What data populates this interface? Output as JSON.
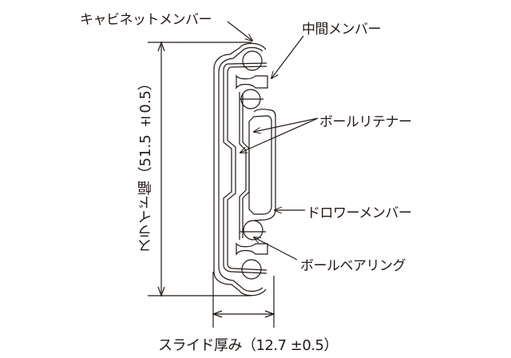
{
  "labels": {
    "cabinet_member": "キャビネットメンバー",
    "intermediate_member": "中間メンバー",
    "ball_retainer": "ボールリテナー",
    "drawer_member": "ドロワーメンバー",
    "ball_bearing": "ボールベアリング"
  },
  "dimensions": {
    "slide_width": "スライド幅（51.5 ±0.5）",
    "slide_thickness": "スライド厚み（12.7 ±0.5）"
  },
  "colors": {
    "line": "#231815"
  }
}
